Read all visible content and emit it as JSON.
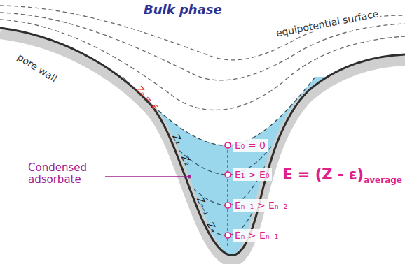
{
  "diagram": {
    "labels": [
      "Bulk phase",
      "equipotential surface",
      "pore wall",
      "Condensed adsorbate",
      "Z₀ = ε",
      "Z₁",
      "Z₂",
      "Zₙ₋₁",
      "Zₙ",
      "E₀ = 0",
      "E₁ > E₀",
      "Eₙ₋₁ > Eₙ₋₂",
      "Eₙ > Eₙ₋₁",
      "E = (Z - ε)",
      "average"
    ]
  }
}
